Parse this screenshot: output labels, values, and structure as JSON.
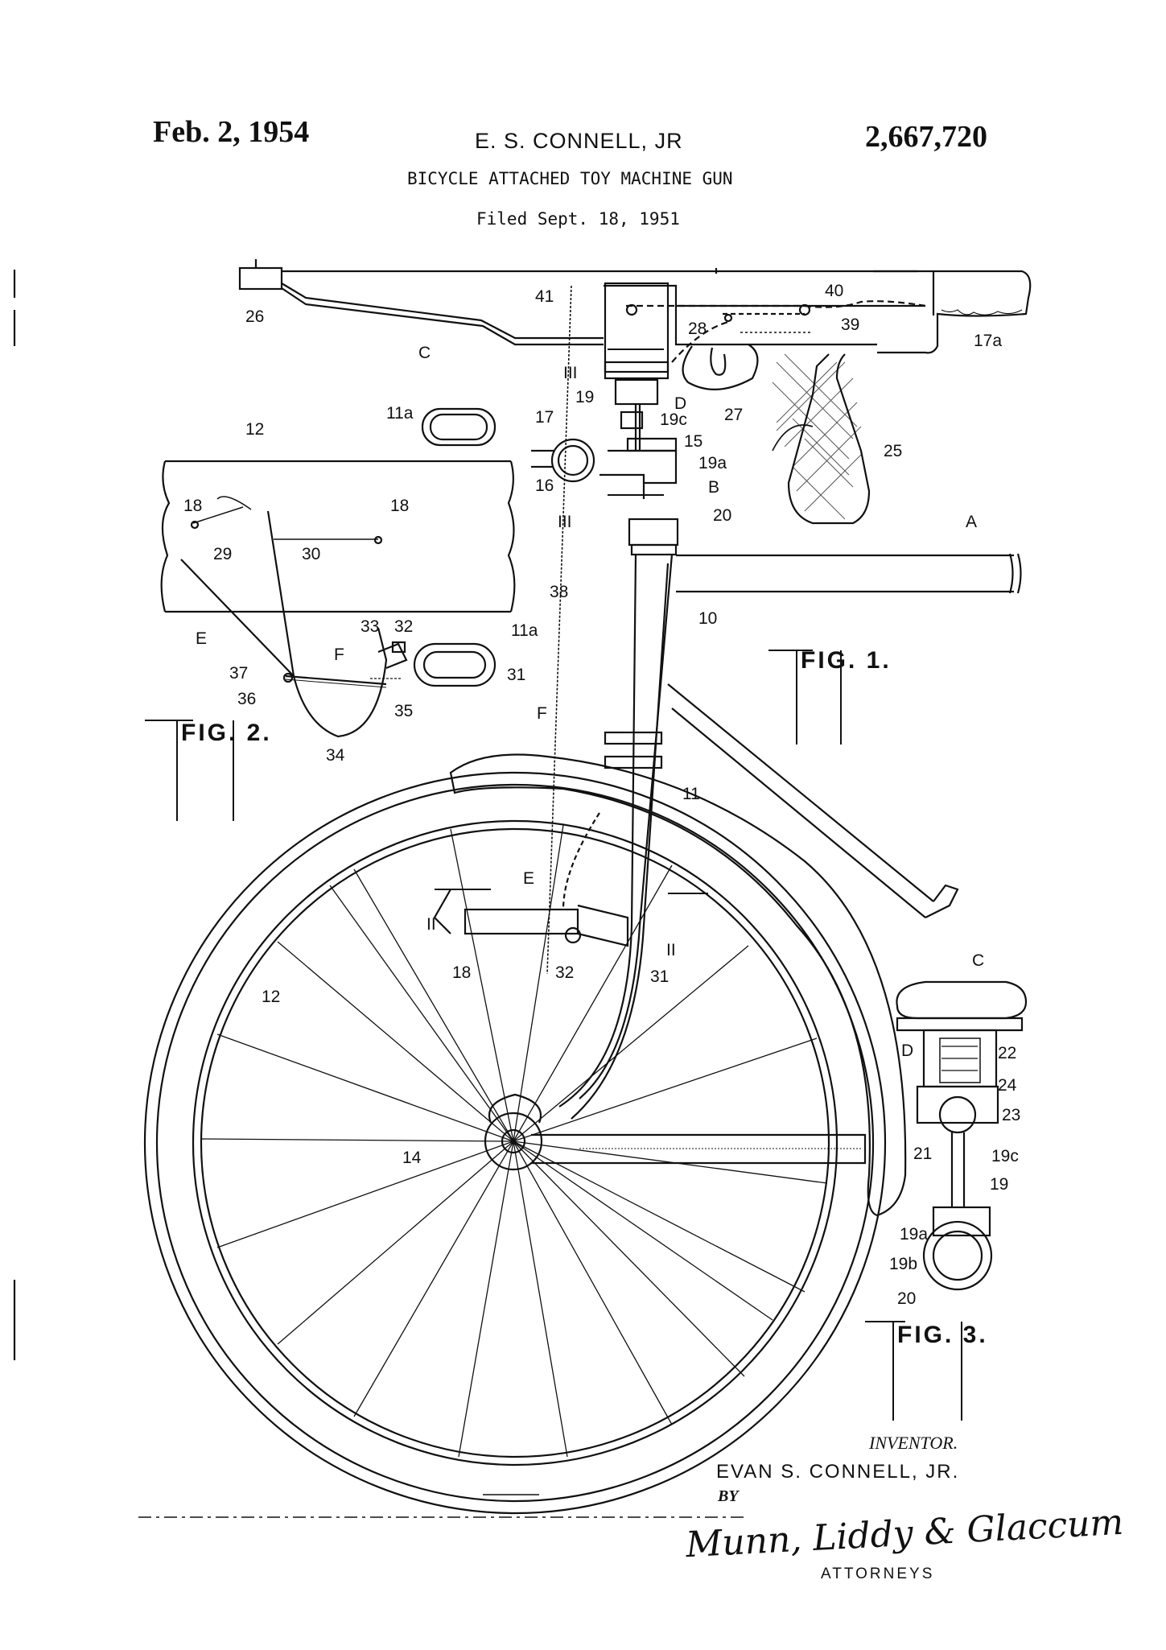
{
  "header": {
    "date": "Feb. 2, 1954",
    "inventor": "E. S. CONNELL, JR",
    "patent_number": "2,667,720",
    "title": "BICYCLE ATTACHED TOY MACHINE GUN",
    "filed": "Filed Sept. 18, 1951"
  },
  "figures": {
    "fig1": "FIG. 1.",
    "fig2": "FIG. 2.",
    "fig3": "FIG. 3."
  },
  "reference_numerals": {
    "n41": "41",
    "n40": "40",
    "n39": "39",
    "n26": "26",
    "n28": "28",
    "n27": "27",
    "n17a": "17a",
    "n25": "25",
    "nC": "C",
    "nIII_a": "III",
    "nD": "D",
    "n19": "19",
    "n19c": "19c",
    "n17": "17",
    "n15": "15",
    "n19a": "19a",
    "n16": "16",
    "nB": "B",
    "n20": "20",
    "nIII_b": "III",
    "nA": "A",
    "n38": "38",
    "n10": "10",
    "n11a_top": "11a",
    "n12": "12",
    "n18a": "18",
    "n18b": "18",
    "n29": "29",
    "n30": "30",
    "nE": "E",
    "n33": "33",
    "n32": "32",
    "n11a": "11a",
    "nF2": "F",
    "n31": "31",
    "n37": "37",
    "n36": "36",
    "n35": "35",
    "n34": "34",
    "nF": "F",
    "n11": "11",
    "nE2": "E",
    "nII_a": "II",
    "nII_b": "II",
    "n18c": "18",
    "n32b": "32",
    "n31b": "31",
    "n12b": "12",
    "n14": "14",
    "nC3": "C",
    "nD3": "D",
    "n22": "22",
    "n24": "24",
    "n23": "23",
    "n21": "21",
    "n19c3": "19c",
    "n19_3": "19",
    "n19a3": "19a",
    "n19b3": "19b",
    "n20_3": "20"
  },
  "footer": {
    "inventor_label": "INVENTOR.",
    "inventor_name": "EVAN S. CONNELL, JR.",
    "by": "BY",
    "signature": "Munn, Liddy & Glaccum",
    "attorneys": "ATTORNEYS"
  }
}
